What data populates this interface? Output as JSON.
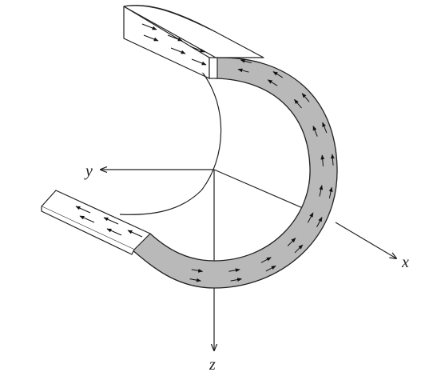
{
  "axes": {
    "x_label": "x",
    "y_label": "y",
    "z_label": "z"
  },
  "colors": {
    "ink": "#222222",
    "shaded_face": "#b9b9b9",
    "background": "#ffffff"
  }
}
